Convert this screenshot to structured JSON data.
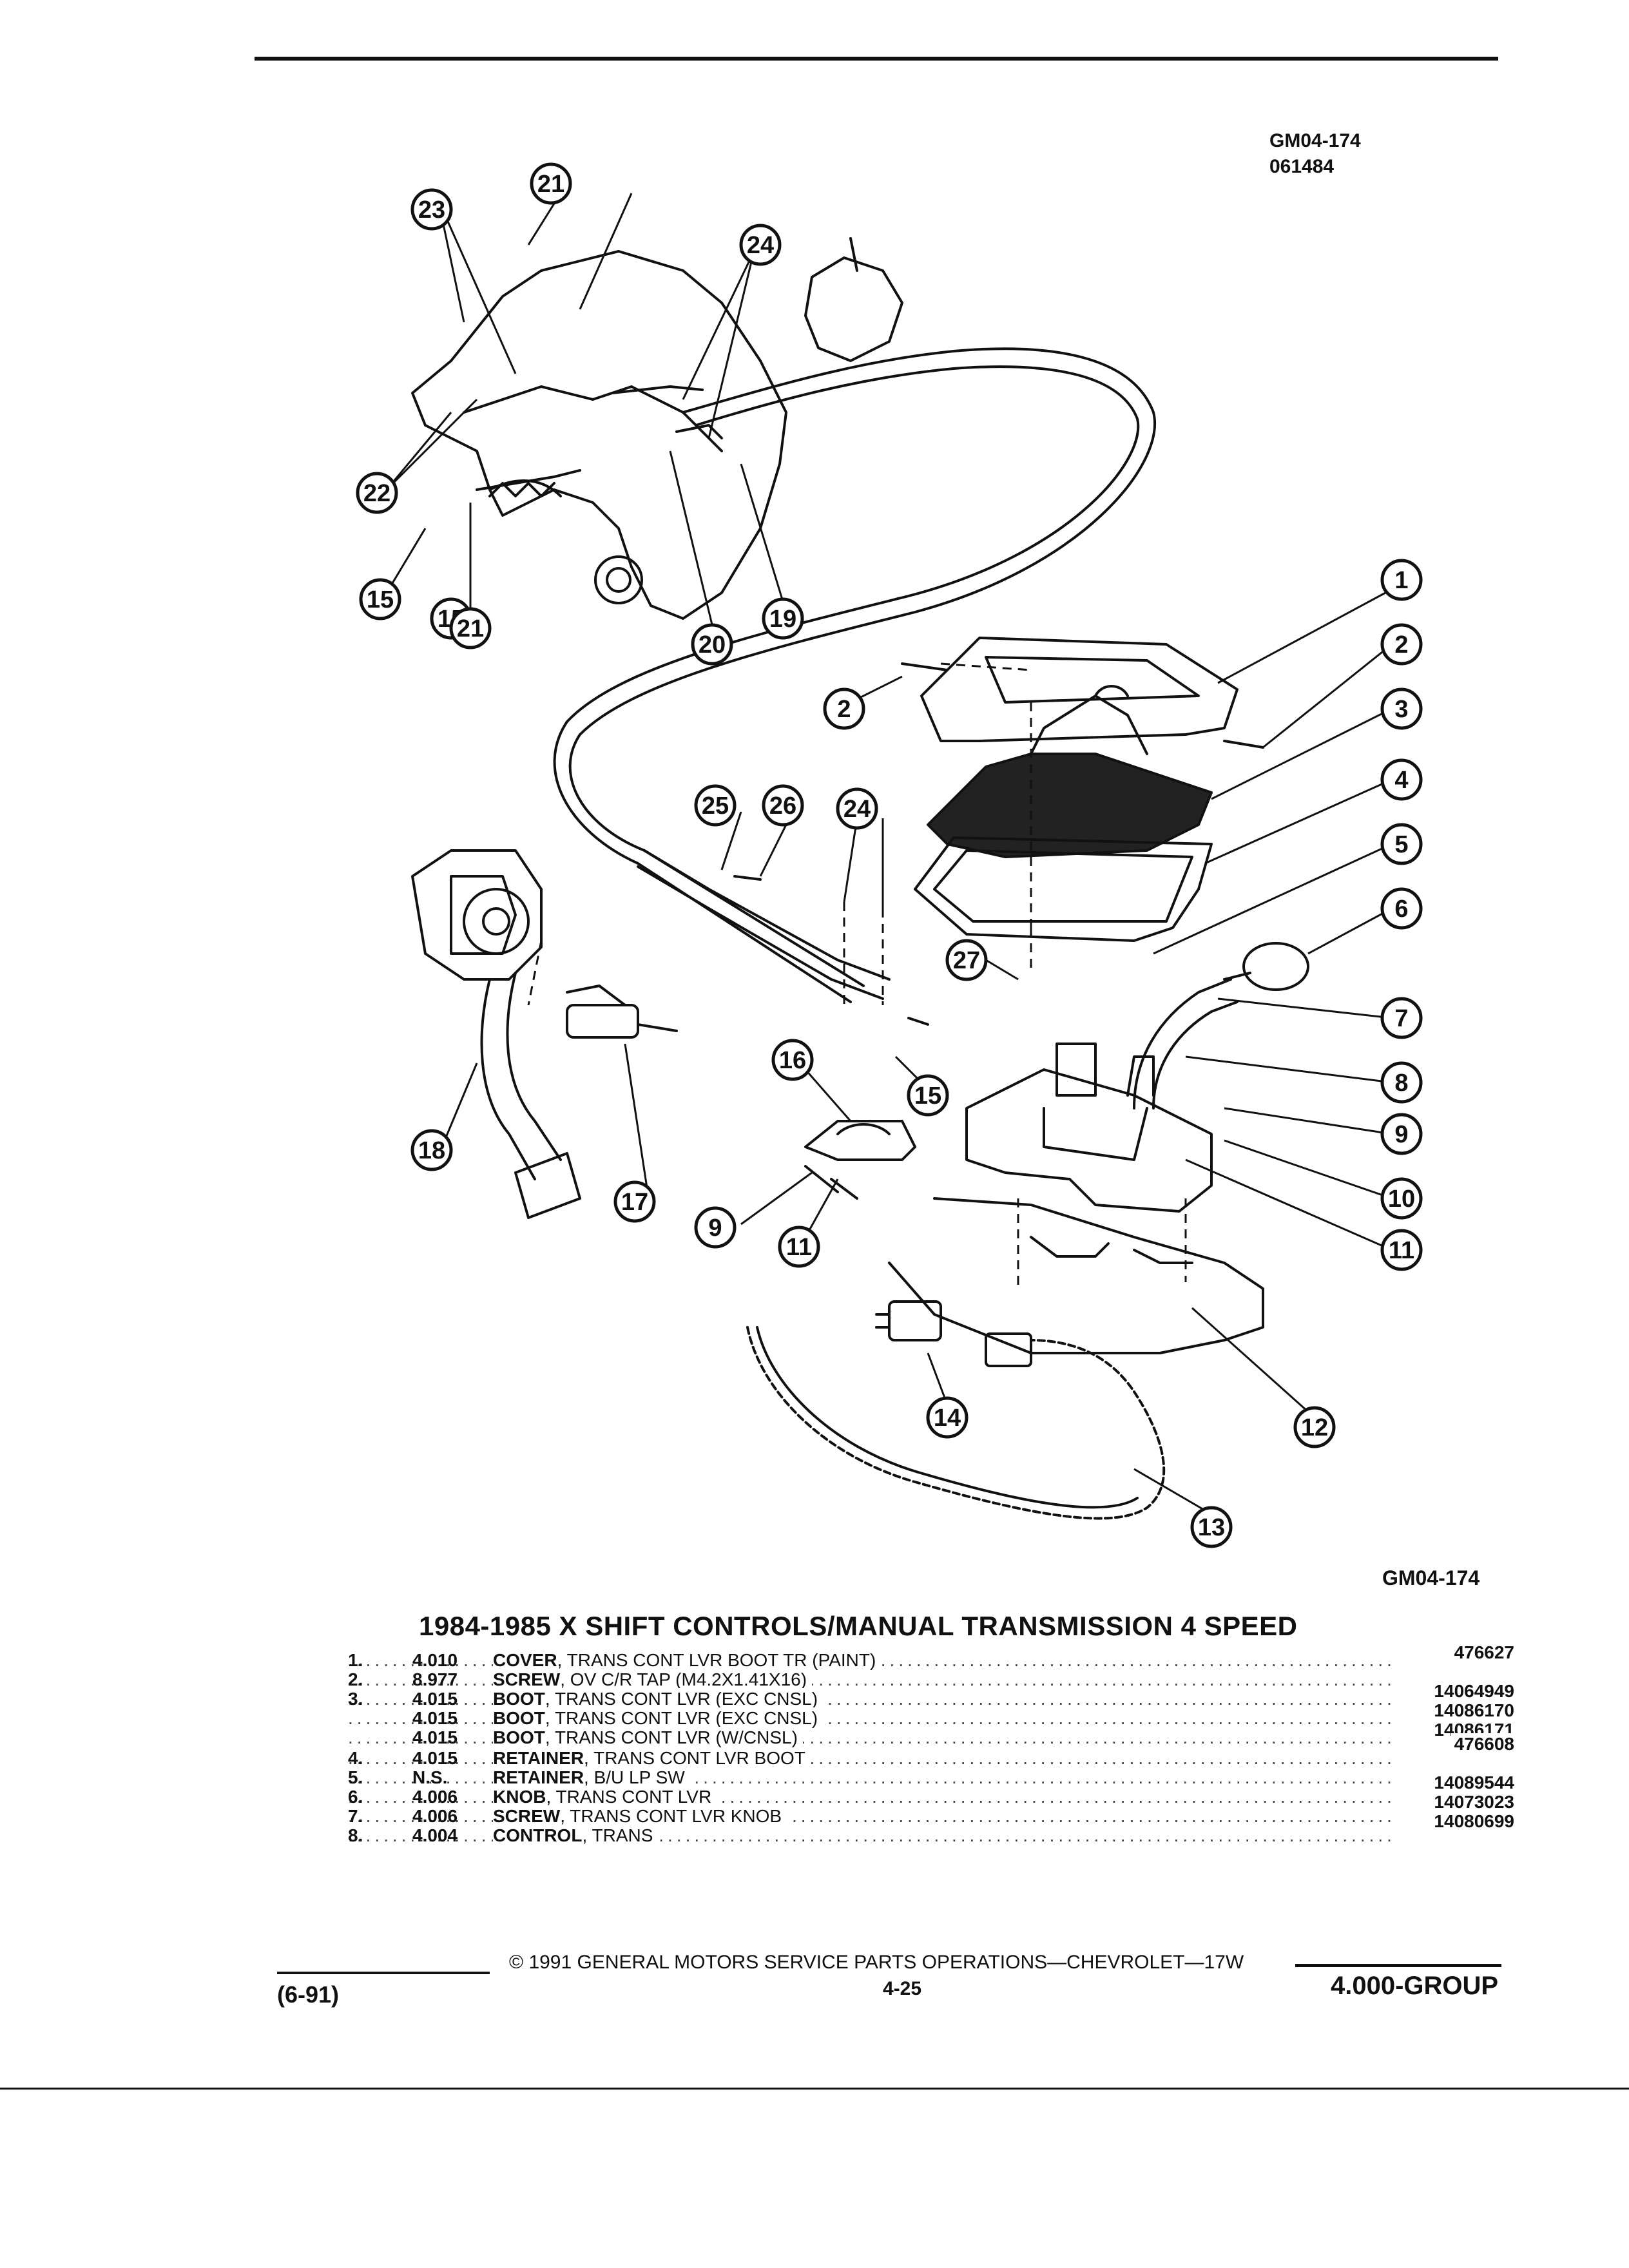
{
  "header": {
    "ref_code": "GM04-174",
    "ref_date": "061484"
  },
  "diagram": {
    "caption": "GM04-174",
    "callouts": [
      {
        "label": "1"
      },
      {
        "label": "2"
      },
      {
        "label": "2"
      },
      {
        "label": "3"
      },
      {
        "label": "4"
      },
      {
        "label": "5"
      },
      {
        "label": "6"
      },
      {
        "label": "7"
      },
      {
        "label": "8"
      },
      {
        "label": "9"
      },
      {
        "label": "9"
      },
      {
        "label": "10"
      },
      {
        "label": "11"
      },
      {
        "label": "11"
      },
      {
        "label": "12"
      },
      {
        "label": "13"
      },
      {
        "label": "14"
      },
      {
        "label": "15"
      },
      {
        "label": "15"
      },
      {
        "label": "15"
      },
      {
        "label": "16"
      },
      {
        "label": "17"
      },
      {
        "label": "18"
      },
      {
        "label": "19"
      },
      {
        "label": "20"
      },
      {
        "label": "21"
      },
      {
        "label": "21"
      },
      {
        "label": "22"
      },
      {
        "label": "23"
      },
      {
        "label": "24"
      },
      {
        "label": "24"
      },
      {
        "label": "25"
      },
      {
        "label": "26"
      },
      {
        "label": "27"
      }
    ]
  },
  "title": "1984-1985 X SHIFT CONTROLS/MANUAL TRANSMISSION 4 SPEED",
  "parts": [
    {
      "num": "1.",
      "group": "4.010",
      "name": "COVER",
      "desc": ", TRANS CONT LVR BOOT TR (PAINT)",
      "part": "476627"
    },
    {
      "num": "2.",
      "group": "8.977",
      "name": "SCREW",
      "desc": ", OV C/R TAP (M4.2X1.41X16)",
      "part": ""
    },
    {
      "num": "3.",
      "group": "4.015",
      "name": "BOOT",
      "desc": ", TRANS CONT LVR (EXC CNSL)",
      "part": "14064949"
    },
    {
      "num": "",
      "group": "4.015",
      "name": "BOOT",
      "desc": ", TRANS CONT LVR (EXC CNSL)",
      "part": "14086170"
    },
    {
      "num": "",
      "group": "4.015",
      "name": "BOOT",
      "desc": ", TRANS CONT LVR (W/CNSL)",
      "part": "14086171"
    },
    {
      "num": "4.",
      "group": "4.015",
      "name": "RETAINER",
      "desc": ", TRANS CONT LVR BOOT",
      "part": "476608"
    },
    {
      "num": "5.",
      "group": "N.S.",
      "name": "RETAINER",
      "desc": ", B/U LP SW",
      "part": ""
    },
    {
      "num": "6.",
      "group": "4.006",
      "name": "KNOB",
      "desc": ", TRANS CONT LVR",
      "part": "14089544"
    },
    {
      "num": "7.",
      "group": "4.006",
      "name": "SCREW",
      "desc": ", TRANS CONT LVR KNOB",
      "part": "14073023"
    },
    {
      "num": "8.",
      "group": "4.004",
      "name": "CONTROL",
      "desc": ", TRANS",
      "part": "14080699"
    }
  ],
  "footer": {
    "copyright": "© 1991 GENERAL MOTORS SERVICE PARTS OPERATIONS—CHEVROLET—17W",
    "page": "4-25",
    "date": "(6-91)",
    "group": "4.000-GROUP"
  }
}
